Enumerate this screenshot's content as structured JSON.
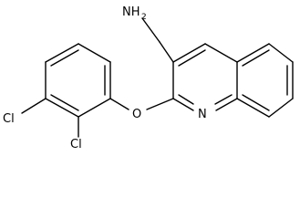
{
  "molecule": {
    "labels": {
      "amine_n": "NH",
      "amine_sub": "2",
      "ether_o": "O",
      "ring_n": "N",
      "cl_top": "Cl",
      "cl_bottom": "Cl"
    },
    "colors": {
      "bond": "#000000",
      "text": "#000000",
      "background": "#ffffff"
    }
  }
}
